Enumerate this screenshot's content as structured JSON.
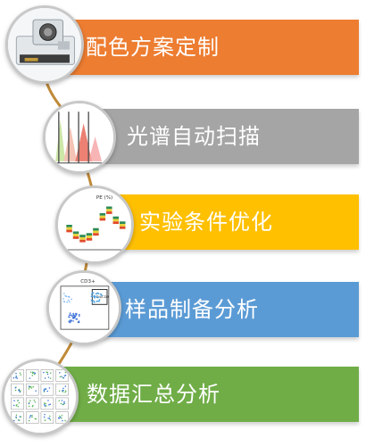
{
  "steps": [
    {
      "label": "配色方案定制",
      "color": "#ED7D31",
      "icon": "instrument-icon"
    },
    {
      "label": "光谱自动扫描",
      "color": "#A5A5A5",
      "icon": "spectrum-chart-icon"
    },
    {
      "label": "实验条件优化",
      "color": "#FFC000",
      "icon": "condition-heatmap-icon"
    },
    {
      "label": "样品制备分析",
      "color": "#5B9BD5",
      "icon": "flow-scatter-icon"
    },
    {
      "label": "数据汇总分析",
      "color": "#70AD47",
      "icon": "data-summary-icon"
    }
  ],
  "thumbnails": {
    "heatmap_tag": "PE (%)",
    "scatter_tag": "CD3+",
    "scatter_gate": "CD4/CD8"
  },
  "connector_color": "#C08A38"
}
